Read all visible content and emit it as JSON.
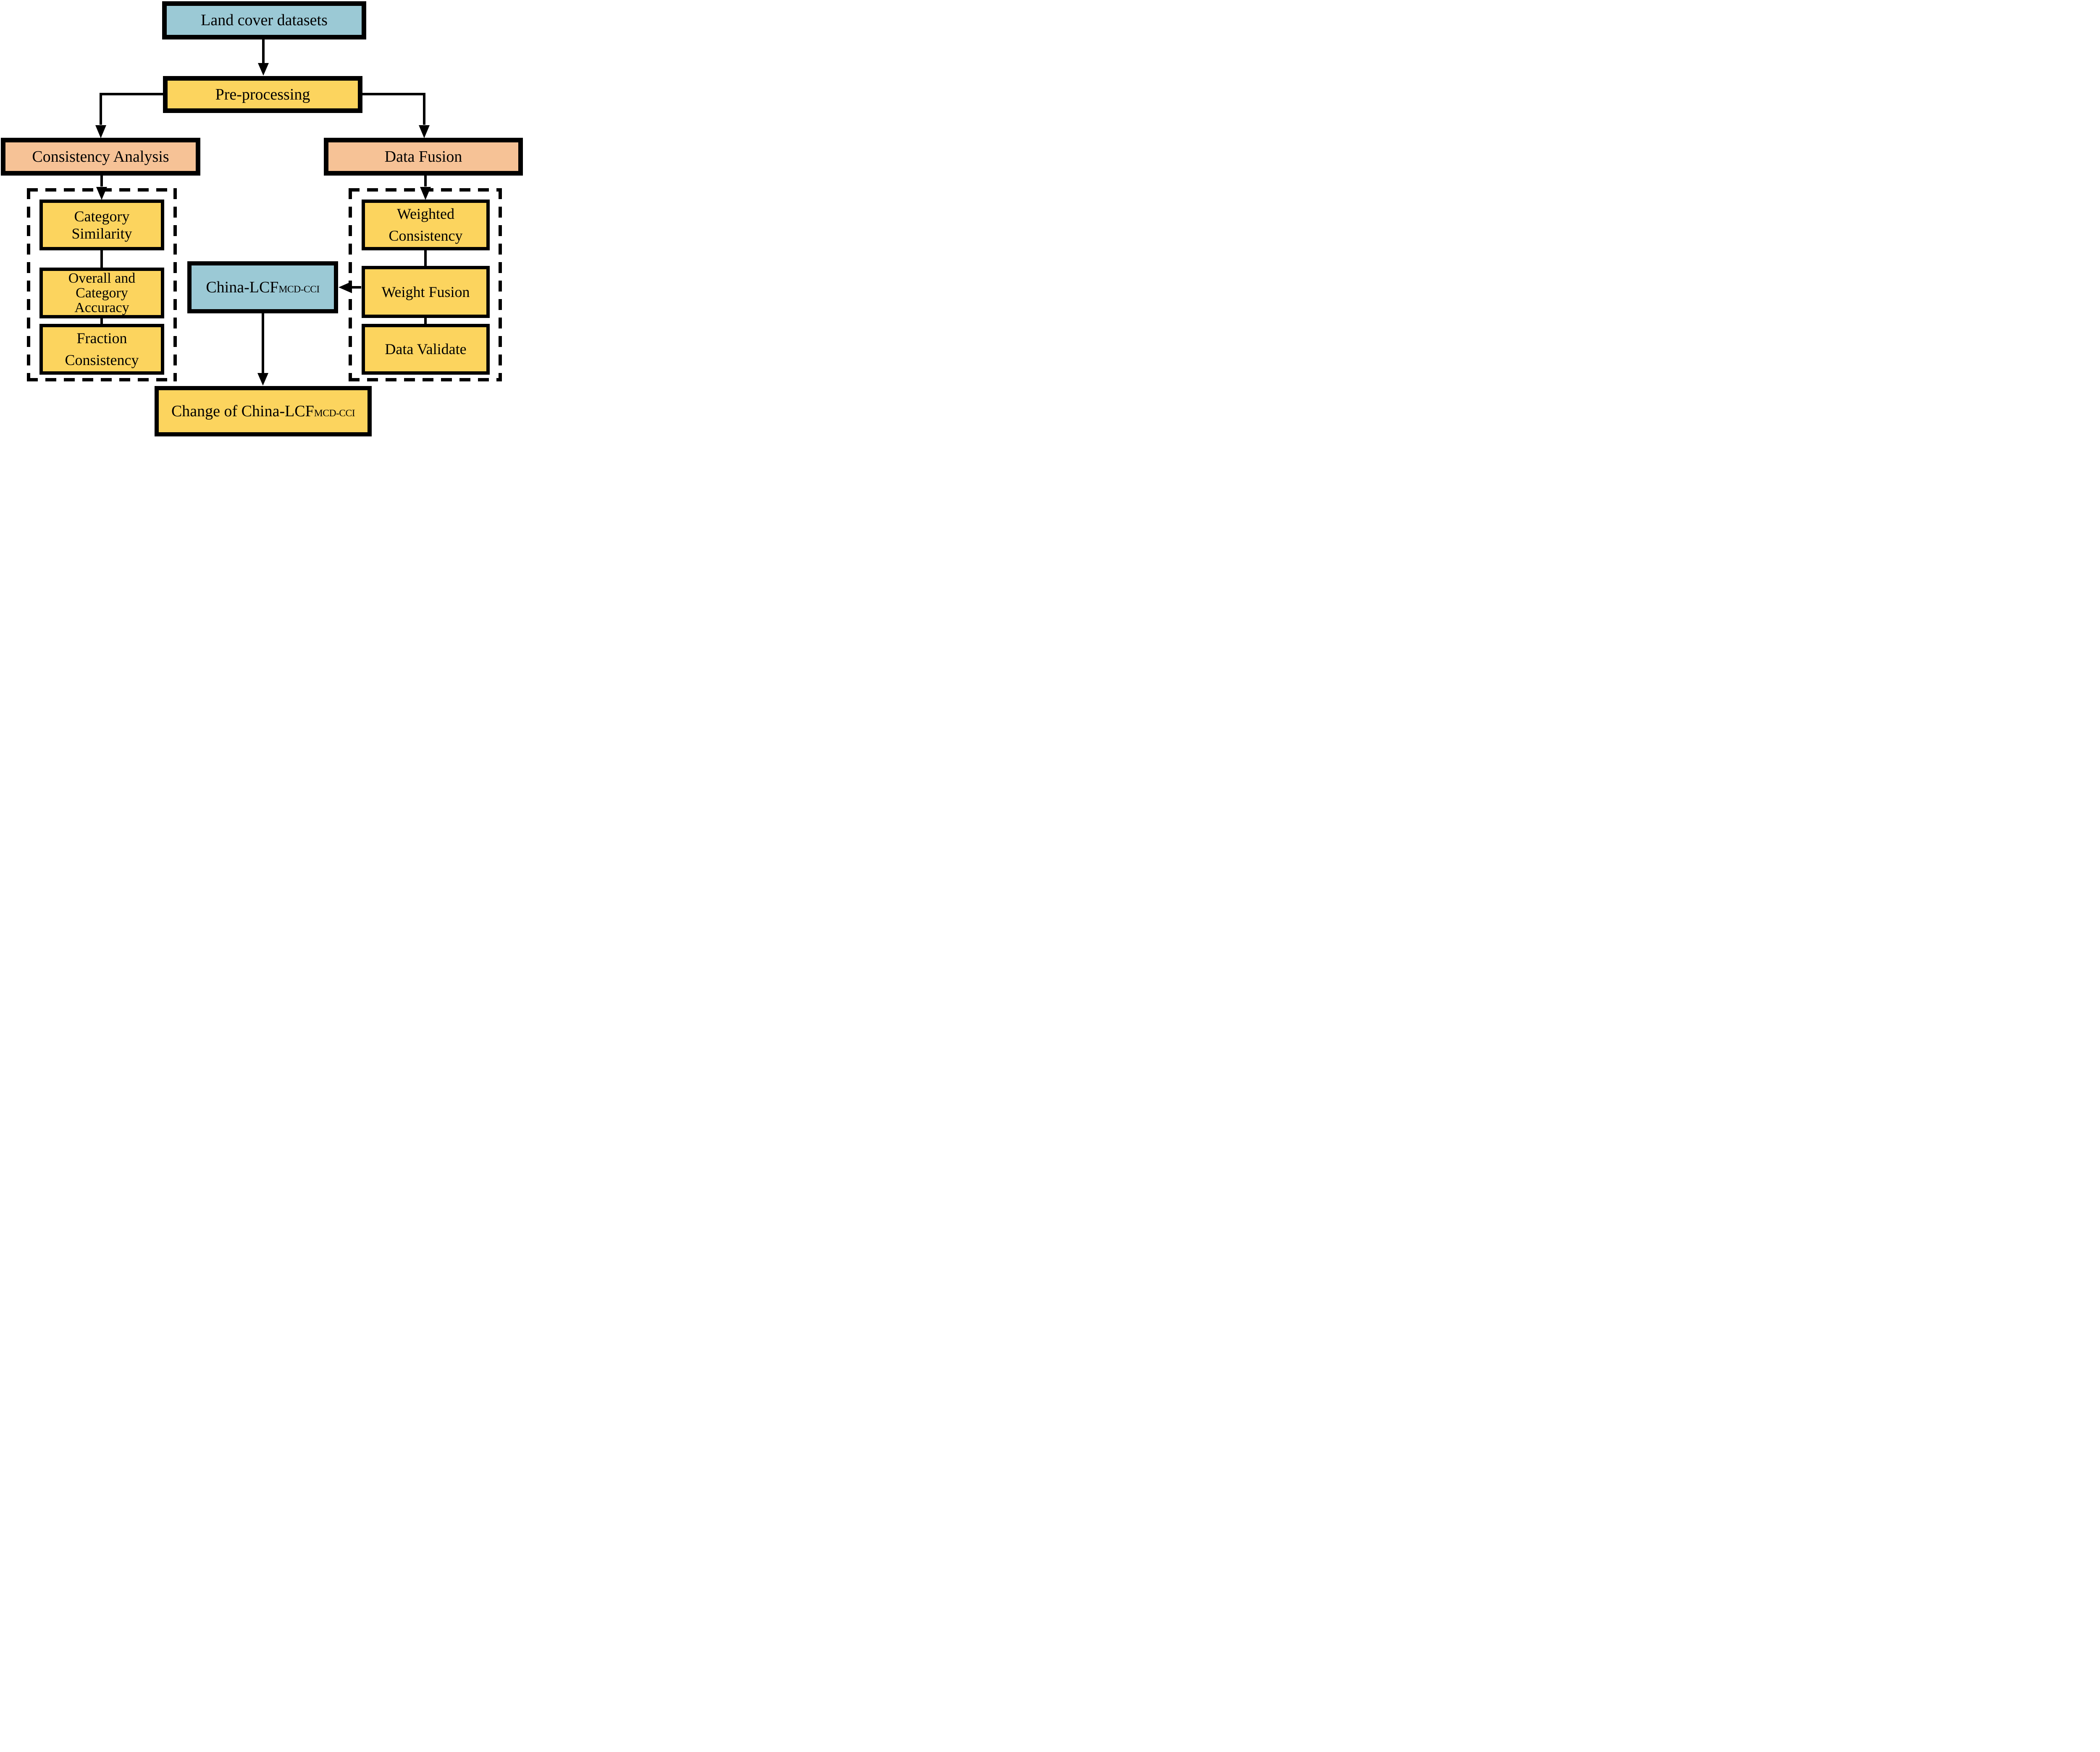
{
  "diagram": {
    "background": "#ffffff",
    "colors": {
      "dataset_box": "#9bc9d5",
      "process_box": "#fcd45e",
      "stage_box": "#f6c296",
      "line": "#000000"
    },
    "nodes": {
      "land_cover": {
        "label": "Land cover datasets"
      },
      "pre_processing": {
        "label": "Pre-processing"
      },
      "consistency_analysis": {
        "label": "Consistency Analysis"
      },
      "data_fusion": {
        "label": "Data Fusion"
      },
      "category_similarity": {
        "label": "Category\nSimilarity"
      },
      "overall_category_accuracy": {
        "label": "Overall and\nCategory\nAccuracy"
      },
      "fraction_consistency": {
        "label": "Fraction\nConsistency"
      },
      "weighted_consistency": {
        "label": "Weighted\nConsistency"
      },
      "weight_fusion": {
        "label": "Weight Fusion"
      },
      "data_validate": {
        "label": "Data Validate"
      },
      "china_lcf": {
        "label": "China-LCF",
        "subscript": "MCD-CCI"
      },
      "change_of_china_lcf": {
        "label": "Change of China-LCF",
        "subscript": "MCD-CCI"
      }
    },
    "edges": [
      {
        "from": "land_cover",
        "to": "pre_processing",
        "arrow": true
      },
      {
        "from": "pre_processing",
        "to": "consistency_analysis",
        "arrow": true
      },
      {
        "from": "pre_processing",
        "to": "data_fusion",
        "arrow": true
      },
      {
        "from": "consistency_analysis",
        "to": "category_similarity",
        "arrow": true
      },
      {
        "from": "category_similarity",
        "to": "overall_category_accuracy",
        "arrow": false
      },
      {
        "from": "overall_category_accuracy",
        "to": "fraction_consistency",
        "arrow": false
      },
      {
        "from": "data_fusion",
        "to": "weighted_consistency",
        "arrow": true
      },
      {
        "from": "weighted_consistency",
        "to": "weight_fusion",
        "arrow": false
      },
      {
        "from": "weight_fusion",
        "to": "data_validate",
        "arrow": false
      },
      {
        "from": "weight_fusion",
        "to": "china_lcf",
        "arrow": true
      },
      {
        "from": "china_lcf",
        "to": "change_of_china_lcf",
        "arrow": true
      }
    ]
  }
}
